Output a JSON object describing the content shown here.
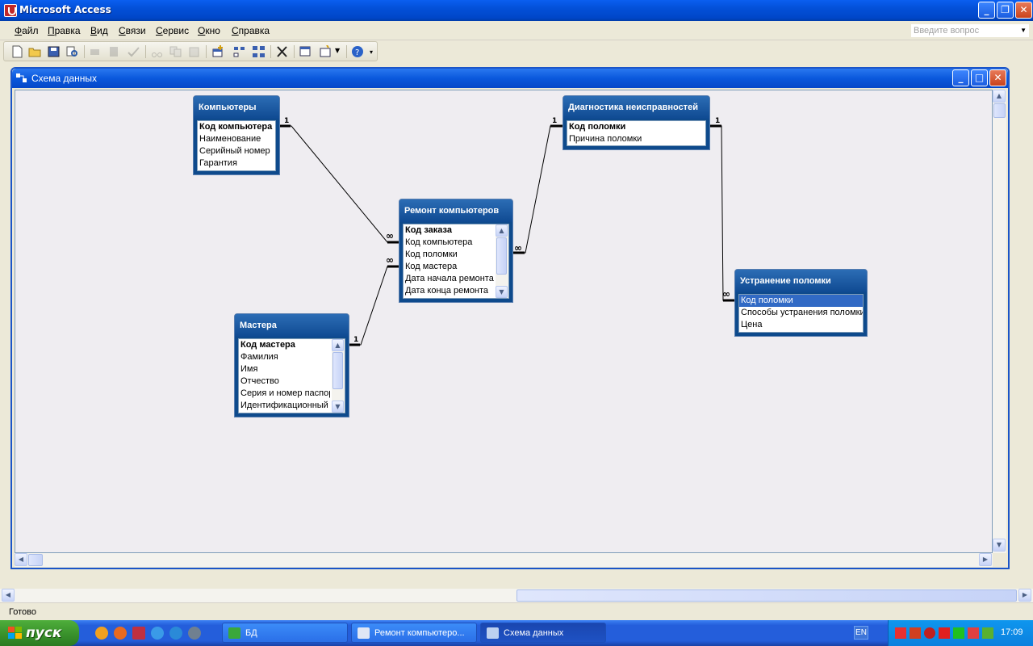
{
  "app": {
    "title": "Microsoft Access"
  },
  "menu": {
    "items": [
      "Файл",
      "Правка",
      "Вид",
      "Связи",
      "Сервис",
      "Окно",
      "Справка"
    ],
    "question_placeholder": "Введите вопрос"
  },
  "child_window": {
    "title": "Схема данных"
  },
  "tables": [
    {
      "name": "Компьютеры",
      "fields": [
        "Код компьютера",
        "Наименование",
        "Серийный номер",
        "Гарантия"
      ],
      "key": 0
    },
    {
      "name": "Диагностика неисправностей",
      "fields": [
        "Код поломки",
        "Причина поломки"
      ],
      "key": 0
    },
    {
      "name": "Ремонт компьютеров",
      "fields": [
        "Код заказа",
        "Код компьютера",
        "Код поломки",
        "Код мастера",
        "Дата начала ремонта",
        "Дата конца ремонта"
      ],
      "key": 0
    },
    {
      "name": "Мастера",
      "fields": [
        "Код мастера",
        "Фамилия",
        "Имя",
        "Отчество",
        "Серия и номер паспорта",
        "Идентификационный номер"
      ],
      "key": 0
    },
    {
      "name": "Устранение поломки",
      "fields": [
        "Код поломки",
        "Способы устранения поломки",
        "Цена"
      ],
      "key": -1,
      "selected": 0
    }
  ],
  "relations": {
    "one_label": "1",
    "many_label": "∞"
  },
  "status": {
    "text": "Готово"
  },
  "taskbar": {
    "start_label": "пуск",
    "tasks": [
      "БД",
      "Ремонт компьютеро...",
      "Схема данных"
    ],
    "lang": "EN",
    "clock": "17:09"
  },
  "colors": {
    "table_header": "#0f4a92",
    "selection": "#316ac5",
    "titlebar": "#0350d8",
    "taskbar": "#245edb"
  }
}
